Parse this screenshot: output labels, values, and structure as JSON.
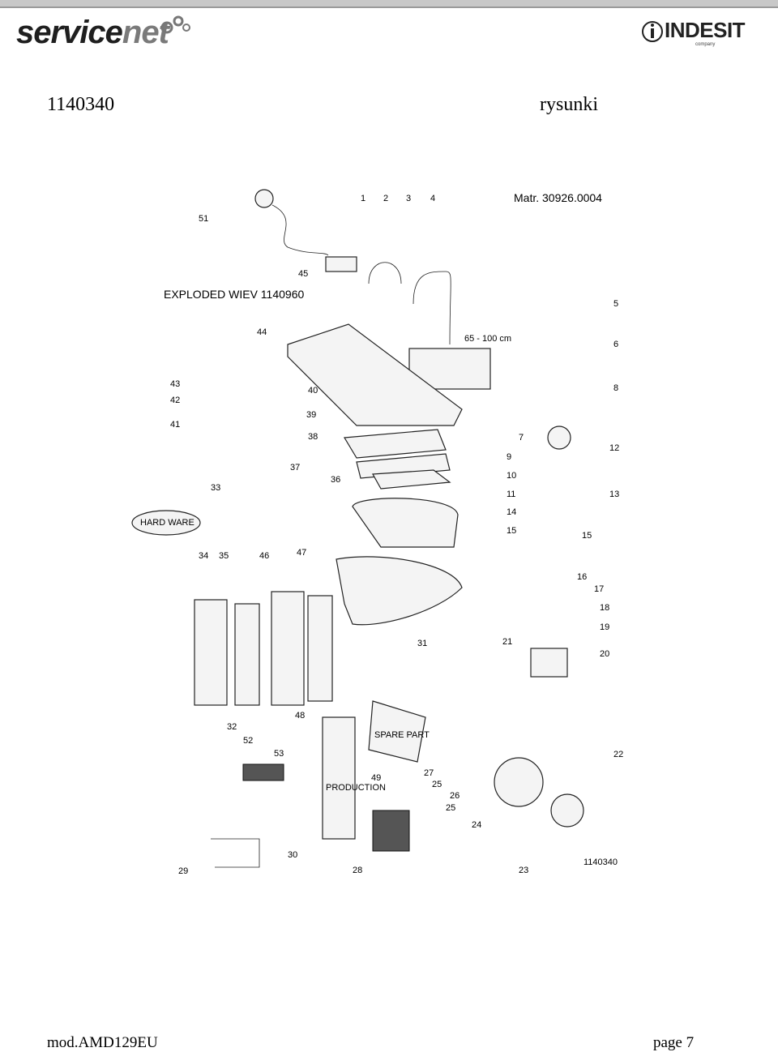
{
  "header": {
    "brand_left_a": "service",
    "brand_left_b": "net",
    "brand_right": "INDESIT",
    "brand_right_sub": "company"
  },
  "document": {
    "code": "1140340",
    "section": "rysunki"
  },
  "diagram": {
    "material": "Matr. 30926.0004",
    "title": "EXPLODED WIEV 1140960",
    "hardware": "HARD WARE",
    "height_range": "65 - 100 cm",
    "spare_part": "SPARE PART",
    "production": "PRODUCTION",
    "drawing_id": "1140340",
    "labels": [
      "1",
      "2",
      "3",
      "4",
      "5",
      "6",
      "7",
      "8",
      "9",
      "10",
      "11",
      "12",
      "13",
      "14",
      "15",
      "15",
      "16",
      "17",
      "18",
      "19",
      "20",
      "21",
      "22",
      "23",
      "24",
      "25",
      "25",
      "26",
      "27",
      "28",
      "29",
      "30",
      "31",
      "32",
      "33",
      "34",
      "35",
      "36",
      "37",
      "38",
      "39",
      "40",
      "41",
      "42",
      "43",
      "44",
      "45",
      "46",
      "47",
      "48",
      "49",
      "51",
      "52",
      "53"
    ]
  },
  "footer": {
    "model": "mod.AMD129EU",
    "page": "page 7"
  }
}
